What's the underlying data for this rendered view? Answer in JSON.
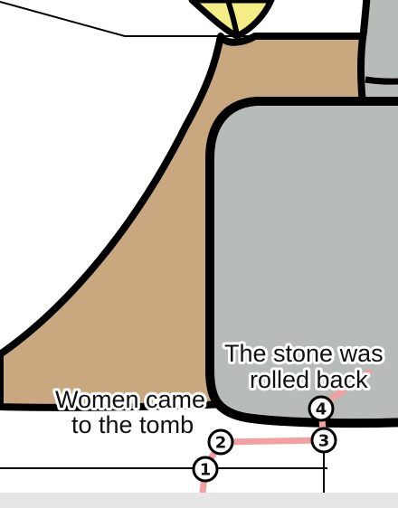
{
  "labels": {
    "stone_line1": "The stone was",
    "stone_line2": "rolled back",
    "women_line1": "Women came",
    "women_line2": "to the tomb"
  },
  "markers": [
    "1",
    "2",
    "3",
    "4"
  ],
  "colors": {
    "ground": "#c9a880",
    "stone": "#b7bcb8",
    "outline": "#000000",
    "path": "#f2a0a0",
    "foliage": "#f4ec84",
    "footer": "#e6e6e6"
  }
}
